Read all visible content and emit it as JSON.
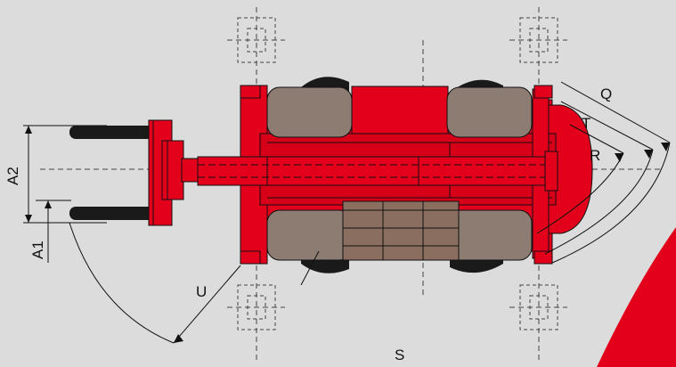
{
  "diagram": {
    "labels": {
      "q": "Q",
      "t": "T",
      "r": "R",
      "a2": "A2",
      "a1": "A1",
      "u": "U",
      "s": "S"
    },
    "colors": {
      "background": "#dcdcdc",
      "body_red": "#e2001a",
      "dark_red": "#a8000f",
      "tire_grey": "#8c7c72",
      "cab_brown": "#8a6f60",
      "fork_black": "#1a1a1a",
      "line": "#111111",
      "dash": "#444444"
    }
  }
}
